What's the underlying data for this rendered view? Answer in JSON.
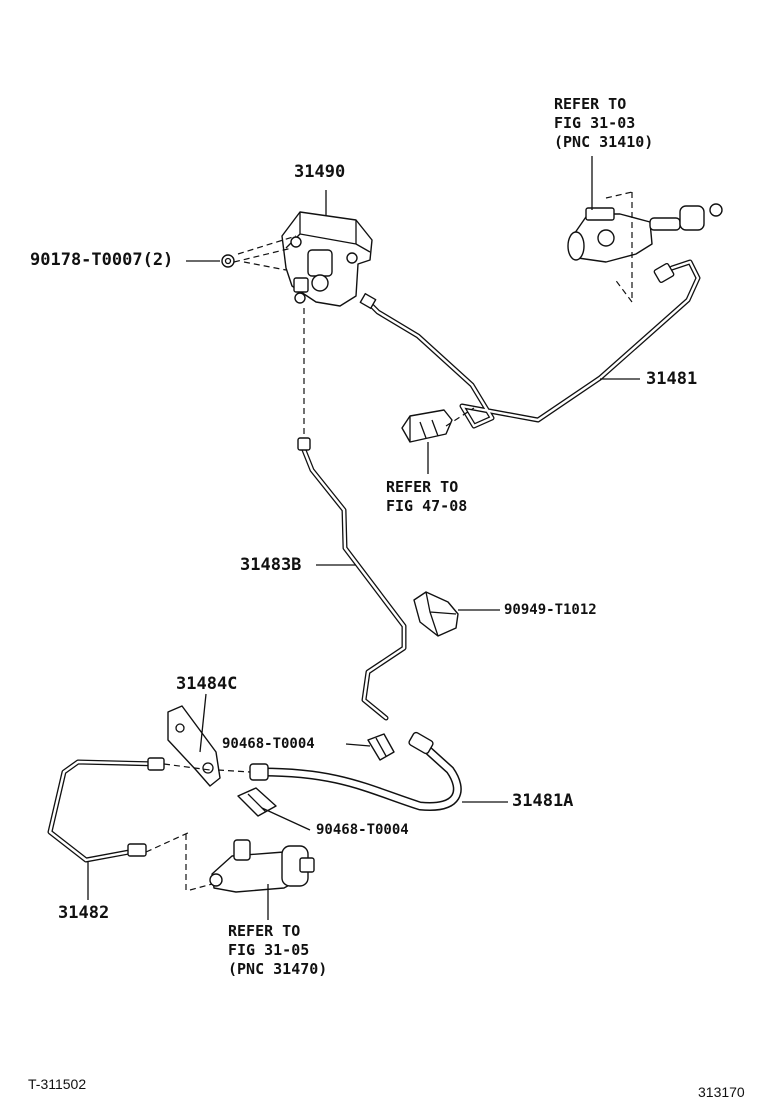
{
  "labels": {
    "p31490": "31490",
    "p90178": "90178-T0007(2)",
    "p31481": "31481",
    "p31483b": "31483B",
    "p90949": "90949-T1012",
    "p31484c": "31484C",
    "p90468a": "90468-T0004",
    "p90468b": "90468-T0004",
    "p31481a": "31481A",
    "p31482": "31482"
  },
  "refs": {
    "master": [
      "REFER TO",
      "FIG 31-03",
      "(PNC 31410)"
    ],
    "clamp": [
      "REFER TO",
      "FIG 47-08"
    ],
    "release": [
      "REFER TO",
      "FIG 31-05",
      "(PNC 31470)"
    ]
  },
  "footer": {
    "left_code": "T-311502",
    "right_code": "313170"
  }
}
